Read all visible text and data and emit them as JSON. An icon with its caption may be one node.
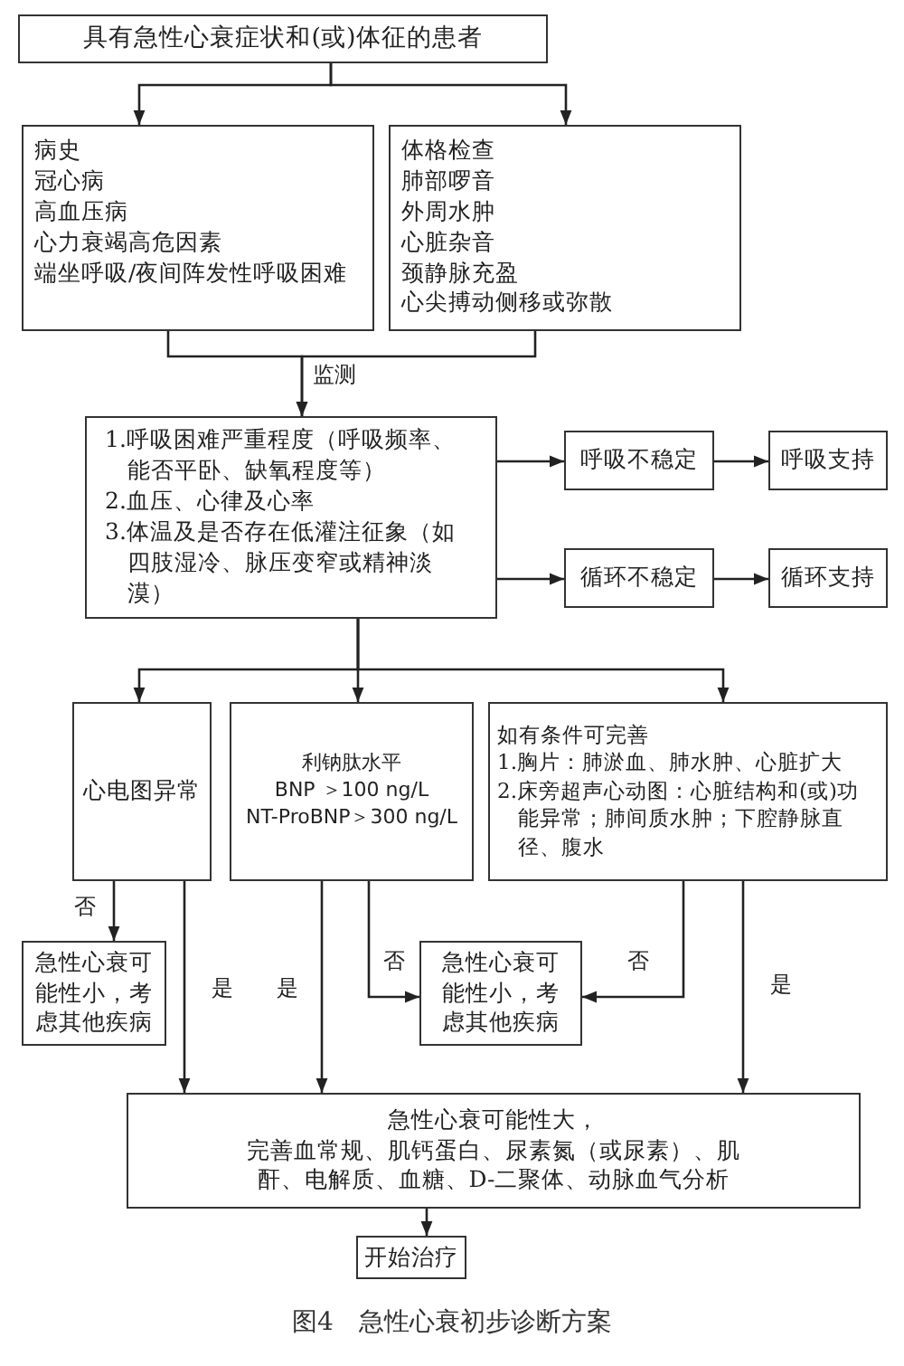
{
  "diagram": {
    "caption": "图4　急性心衰初步诊断方案",
    "nodes": [
      {
        "text": [
          "具有急性心衰症状和(或)体征的患者"
        ]
      },
      {
        "text": [
          "病史",
          "冠心病",
          "高血压病",
          "心力衰竭高危因素",
          "端坐呼吸/夜间阵发性呼吸困难"
        ]
      },
      {
        "text": [
          "体格检查",
          "肺部啰音",
          "外周水肿",
          "心脏杂音",
          "颈静脉充盈",
          "心尖搏动侧移或弥散"
        ]
      },
      {
        "text": [
          "1.呼吸困难严重程度（呼吸频率、能否平卧、缺氧程度等）",
          "2.血压、心律及心率",
          "3.体温及是否存在低灌注征象（如四肢湿冷、脉压变窄或精神淡漠）"
        ]
      },
      {
        "text": [
          "呼吸不稳定"
        ]
      },
      {
        "text": [
          "呼吸支持"
        ]
      },
      {
        "text": [
          "循环不稳定"
        ]
      },
      {
        "text": [
          "循环支持"
        ]
      },
      {
        "text": [
          "心电图异常"
        ]
      },
      {
        "text": [
          "利钠肽水平",
          "BNP ＞100 ng/L",
          "NT-ProBNP＞300 ng/L"
        ]
      },
      {
        "text": [
          "如有条件可完善",
          "1.胸片：肺淤血、肺水肿、心脏扩大",
          "2.床旁超声心动图：心脏结构和(或)功能异常；肺间质水肿；下腔静脉直径、腹水"
        ]
      },
      {
        "text": [
          "急性心衰可能性小，考虑其他疾病"
        ]
      },
      {
        "text": [
          "急性心衰可能性小，考虑其他疾病"
        ]
      },
      {
        "text": [
          "急性心衰可能性大，",
          "完善血常规、肌钙蛋白、尿素氮（或尿素）、肌酐、电解质、血糖、D-二聚体、动脉血气分析"
        ]
      },
      {
        "text": [
          "开始治疗"
        ]
      }
    ],
    "edges": [
      {
        "from": 0,
        "to": 1,
        "arrow": "to"
      },
      {
        "from": 0,
        "to": 2,
        "arrow": "to"
      },
      {
        "from": 1,
        "to": 3,
        "arrow": "to",
        "label": "监测"
      },
      {
        "from": 2,
        "to": 3,
        "arrow": "to"
      },
      {
        "from": 3,
        "to": 4,
        "arrow": "to"
      },
      {
        "from": 4,
        "to": 5,
        "arrow": "to"
      },
      {
        "from": 3,
        "to": 6,
        "arrow": "to"
      },
      {
        "from": 6,
        "to": 7,
        "arrow": "to"
      },
      {
        "from": 3,
        "to": 8,
        "arrow": "to"
      },
      {
        "from": 3,
        "to": 9,
        "arrow": "to"
      },
      {
        "from": 3,
        "to": 10,
        "arrow": "to"
      },
      {
        "from": 8,
        "to": 11,
        "arrow": "to",
        "label": "否"
      },
      {
        "from": 8,
        "to": 13,
        "arrow": "to",
        "label": "是"
      },
      {
        "from": 9,
        "to": 12,
        "arrow": "to",
        "label": "否"
      },
      {
        "from": 9,
        "to": 13,
        "arrow": "to",
        "label": "是"
      },
      {
        "from": 10,
        "to": 12,
        "arrow": "to",
        "label": "否"
      },
      {
        "from": 10,
        "to": 13,
        "arrow": "to",
        "label": "是"
      },
      {
        "from": 13,
        "to": 14,
        "arrow": "to"
      }
    ]
  }
}
